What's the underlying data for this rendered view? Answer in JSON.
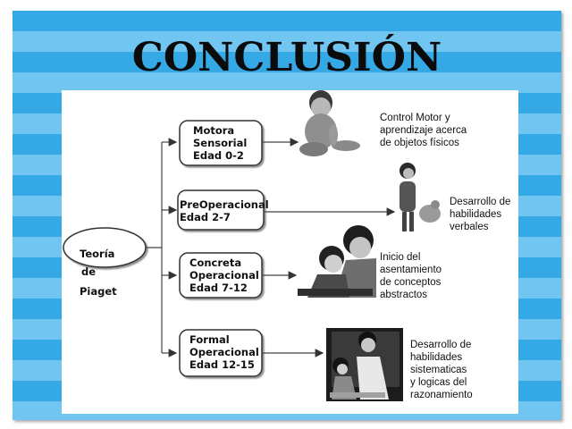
{
  "title": "CONCLUSIÓN",
  "root": {
    "line1": "Teoría",
    "line1_suffix": "de",
    "line2": "Piaget"
  },
  "stages": [
    {
      "name": "Motora\nSensorial\nEdad 0-2",
      "desc": "Control Motor y\naprendizaje acerca\nde objetos físicos",
      "image": "baby-picture"
    },
    {
      "name": "PreOperacional\nEdad 2-7",
      "desc": "Desarrollo de\nhabilidades\nverbales",
      "image": "toddler-with-toy-picture"
    },
    {
      "name": "Concreta\nOperacional\nEdad 7-12",
      "desc": "Inicio del\nasentamiento\nde conceptos\nabstractos",
      "image": "child-reading-with-adult-picture"
    },
    {
      "name": "Formal\nOperacional\nEdad 12-15",
      "desc": "Desarrollo de\nhabilidades\nsistematicas\ny logicas del\nrazonamiento",
      "image": "teacher-with-student-picture"
    }
  ],
  "colors": {
    "stripe_dark": "#34a9e6",
    "stripe_light": "#71c6f1",
    "panel": "#ffffff",
    "ink": "#111111"
  }
}
